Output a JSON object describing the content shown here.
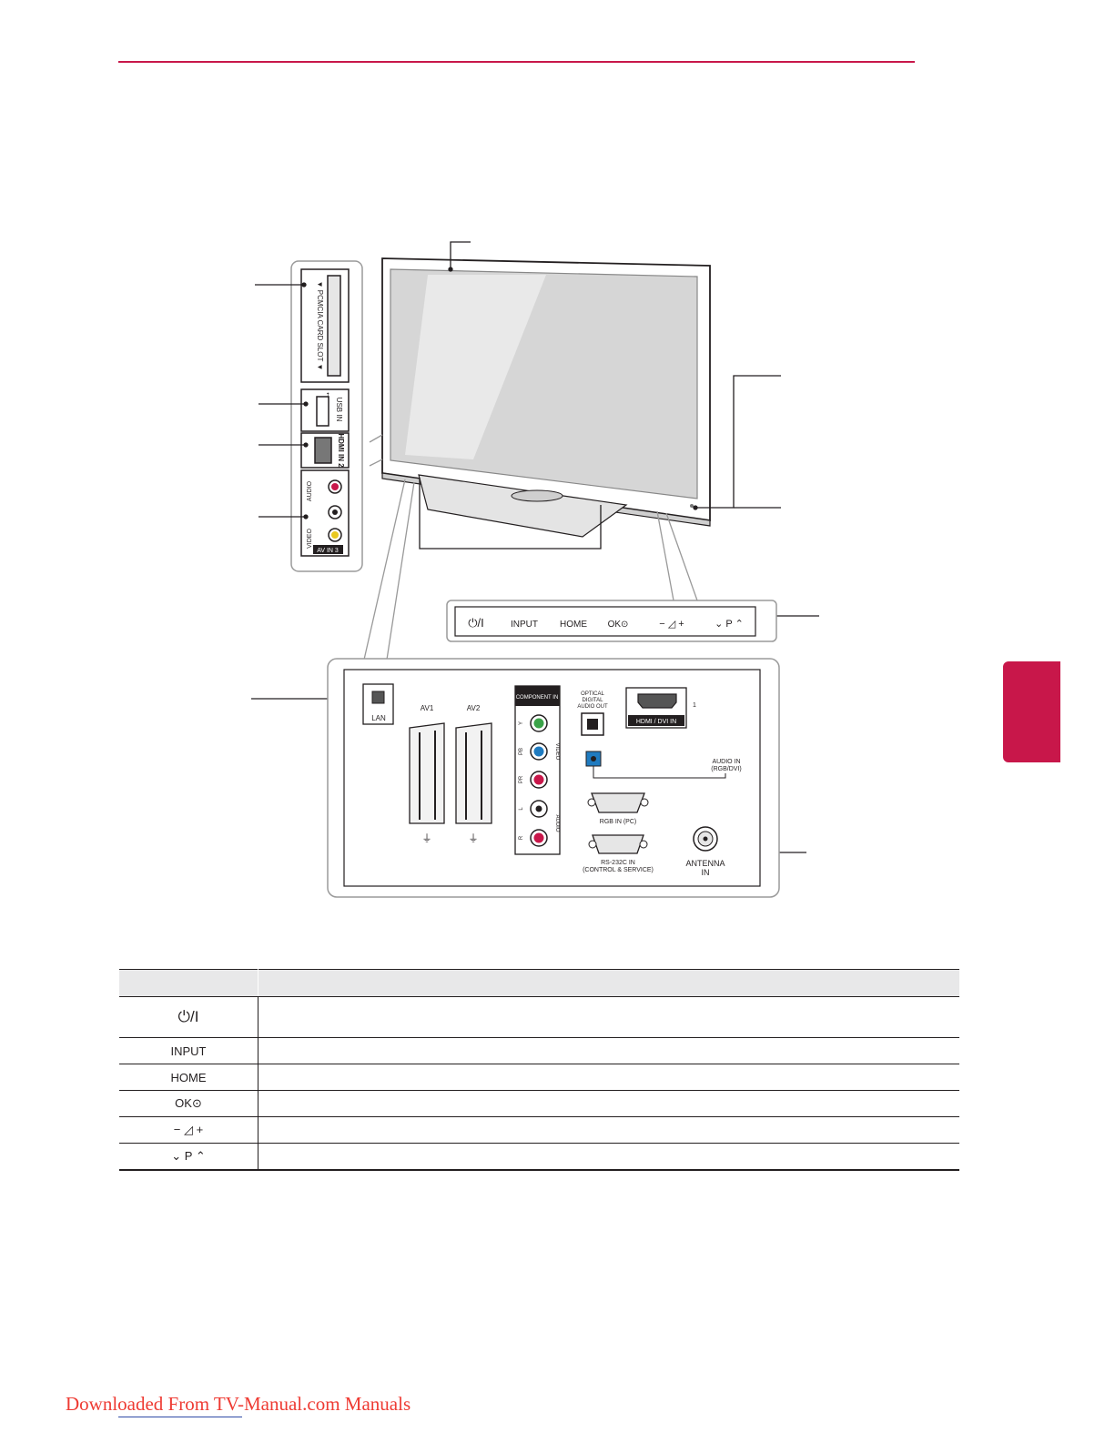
{
  "side_panel": {
    "pcmcia_label": "▼ PCMCIA CARD SLOT ▼",
    "usb_label": "USB IN",
    "hdmi_label": "HDMI IN 2",
    "av_video_label": "VIDEO",
    "av_audio_label": "AUDIO",
    "av_in_label": "AV IN 3"
  },
  "touch_bar": {
    "power": "⏻/I",
    "input": "INPUT",
    "home": "HOME",
    "ok": "OK⊙",
    "volume": "− ◿ +",
    "program": "⌄ P ⌃"
  },
  "rear_panel": {
    "lan": "LAN",
    "av1": "AV1",
    "av2": "AV2",
    "component_in": "COMPONENT IN",
    "y": "Y",
    "pb": "PB",
    "pr": "PR",
    "l": "L",
    "r": "R",
    "video": "VIDEO",
    "audio": "AUDIO",
    "optical_line1": "OPTICAL",
    "optical_line2": "DIGITAL",
    "optical_line3": "AUDIO OUT",
    "hdmi_dvi": "HDMI / DVI IN",
    "hdmi_num": "1",
    "audio_in_line1": "AUDIO IN",
    "audio_in_line2": "(RGB/DVI)",
    "rgb_in": "RGB IN (PC)",
    "rs232_line1": "RS-232C IN",
    "rs232_line2": "(CONTROL & SERVICE)",
    "antenna_line1": "ANTENNA",
    "antenna_line2": "IN"
  },
  "legend_table": {
    "header_col1": "",
    "header_col2": "",
    "rows": [
      {
        "symbol": "⏻/I",
        "description": ""
      },
      {
        "symbol": "INPUT",
        "description": ""
      },
      {
        "symbol": "HOME",
        "description": ""
      },
      {
        "symbol": "OK⊙",
        "description": ""
      },
      {
        "symbol": "−  ◿  +",
        "description": ""
      },
      {
        "symbol": "⌄  P  ⌃",
        "description": ""
      }
    ]
  },
  "footer": {
    "link_text": "Downloaded From TV-Manual.com Manuals"
  },
  "colors": {
    "accent": "#c8174a",
    "link": "#ee3b33"
  }
}
